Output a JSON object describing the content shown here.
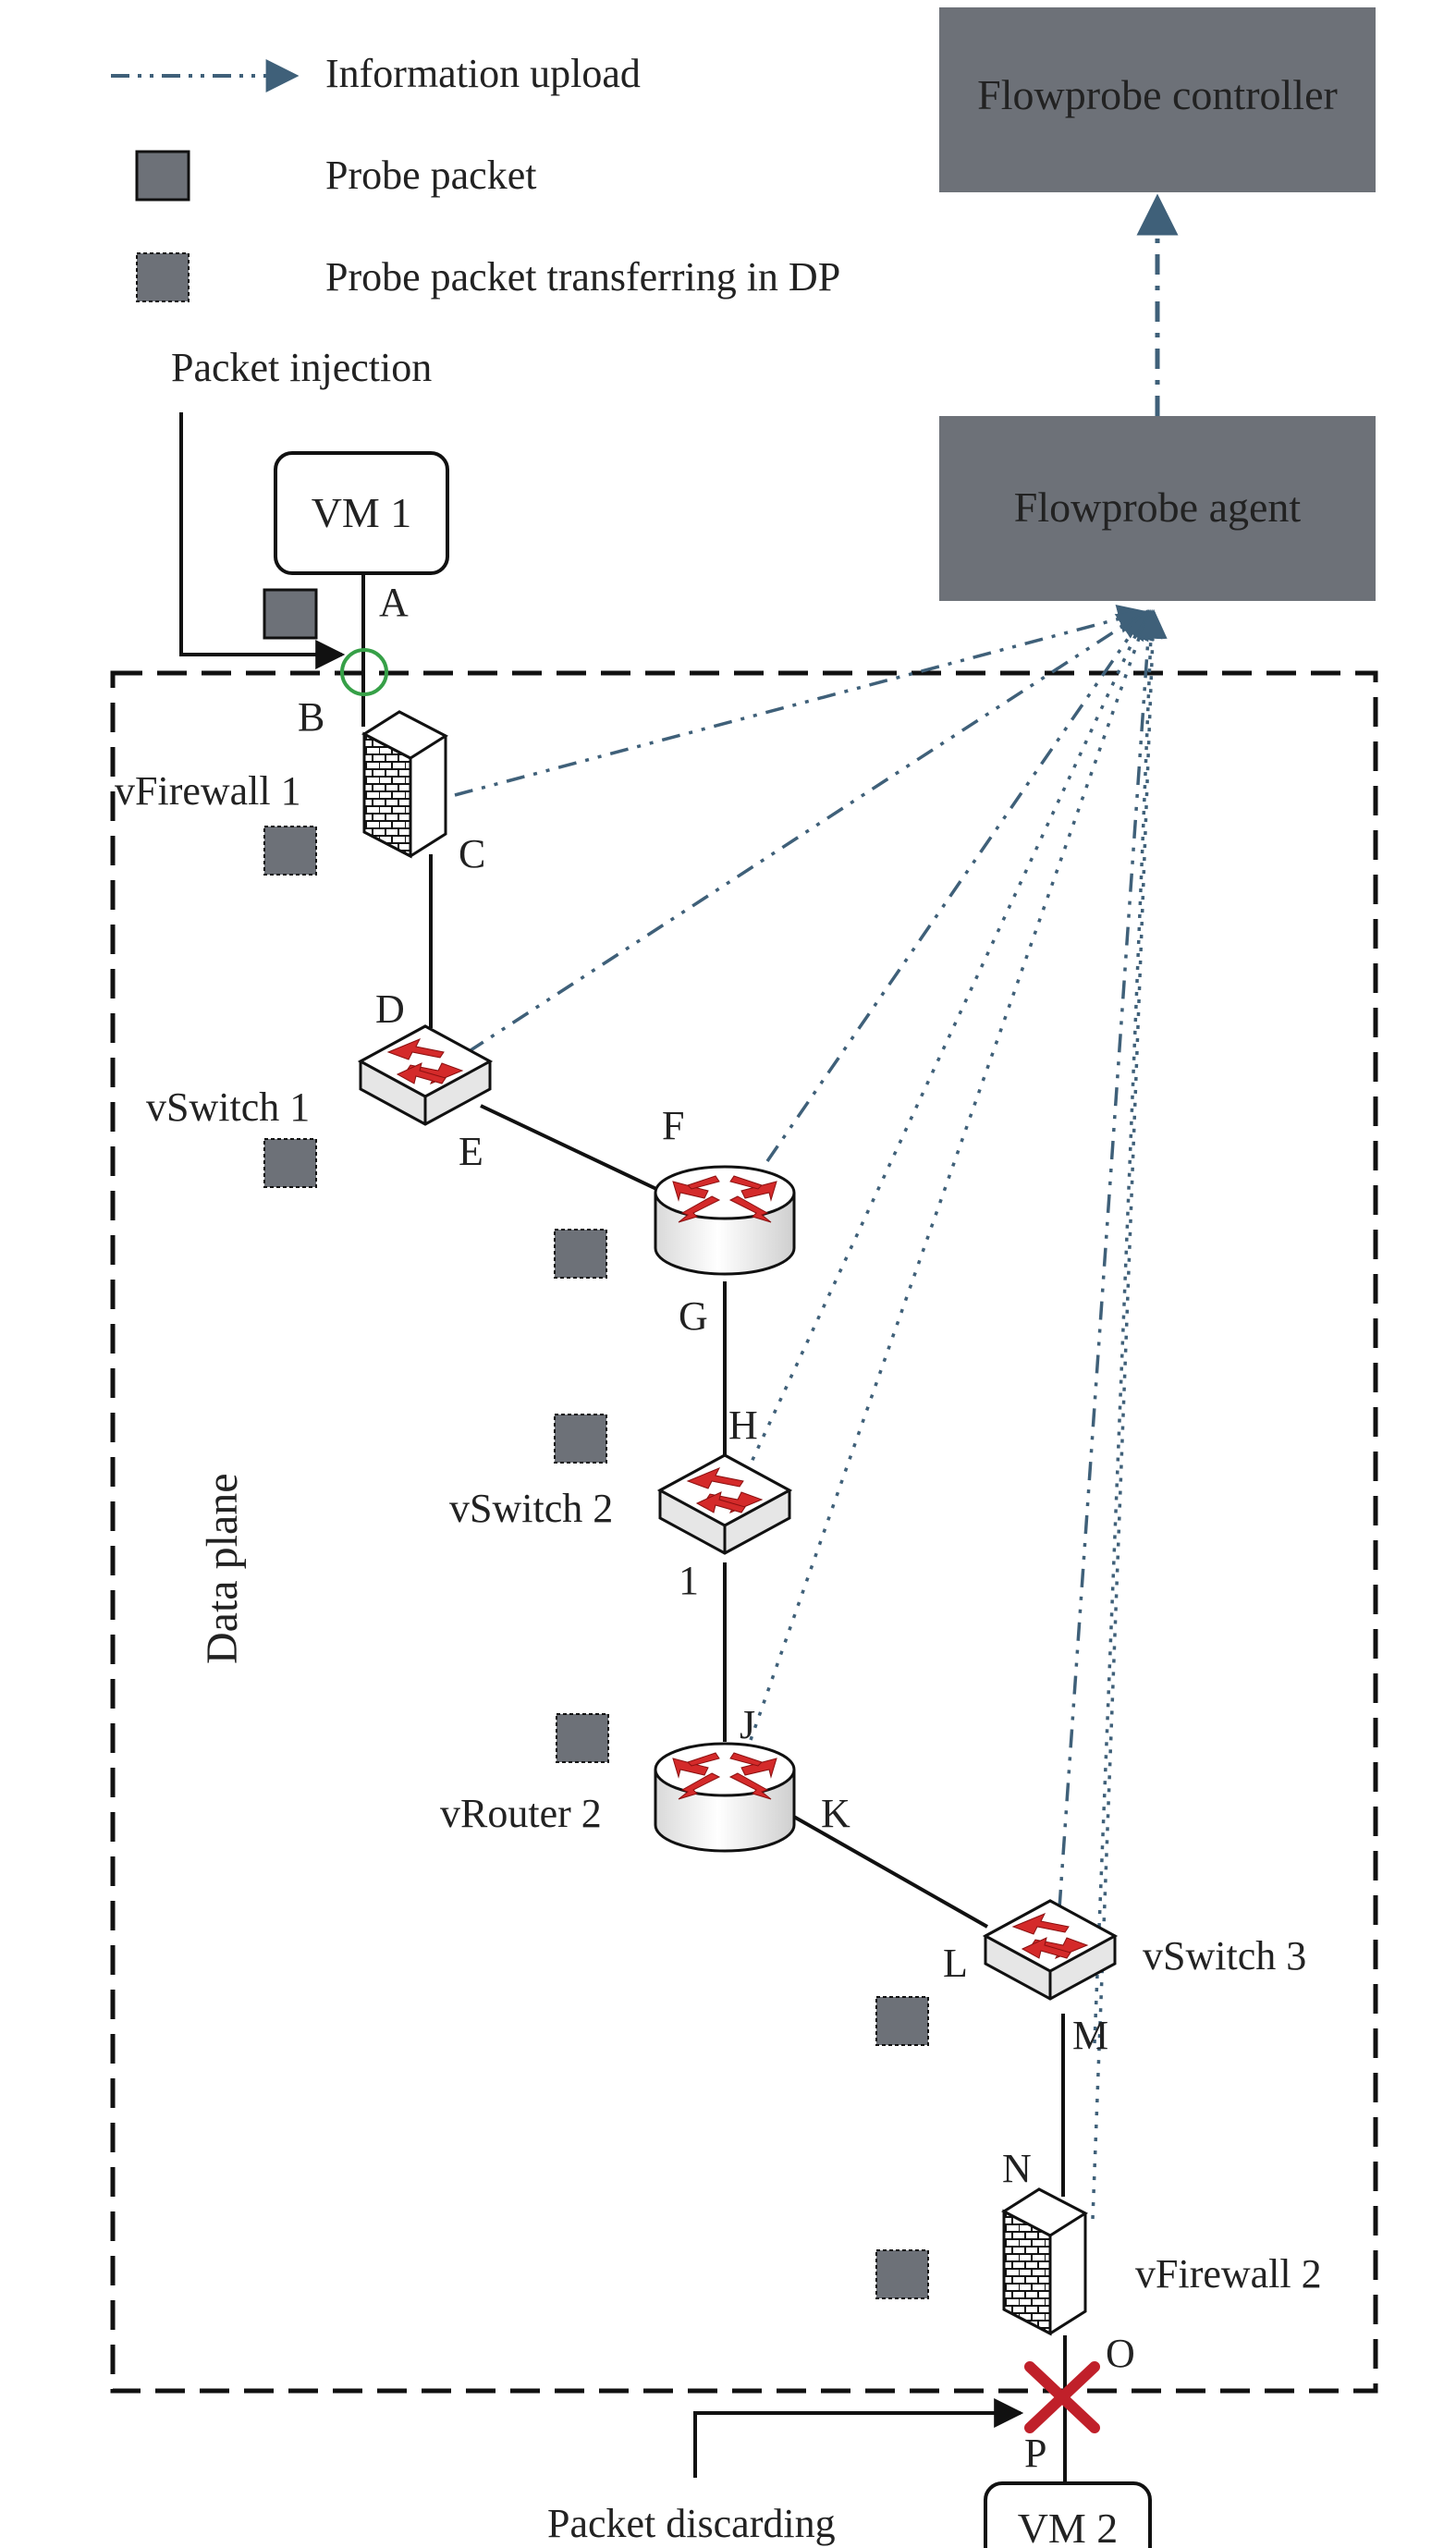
{
  "legend": {
    "upload_label": "Information upload",
    "probe_label": "Probe packet",
    "probe_dp_label": "Probe packet transferring in DP"
  },
  "controller": {
    "label": "Flowprobe controller"
  },
  "agent": {
    "label": "Flowprobe agent"
  },
  "injection_label": "Packet injection",
  "discarding_label": "Packet discarding",
  "data_plane_label": "Data plane",
  "vms": {
    "vm1": "VM 1",
    "vm2": "VM 2"
  },
  "devices": {
    "vfirewall1": "vFirewall 1",
    "vswitch1": "vSwitch 1",
    "vswitch2": "vSwitch 2",
    "vrouter2": "vRouter 2",
    "vswitch3": "vSwitch 3",
    "vfirewall2": "vFirewall 2"
  },
  "ports": {
    "A": "A",
    "B": "B",
    "C": "C",
    "D": "D",
    "E": "E",
    "F": "F",
    "G": "G",
    "H": "H",
    "I": "1",
    "J": "J",
    "K": "K",
    "L": "L",
    "M": "M",
    "N": "N",
    "O": "O",
    "P": "P"
  },
  "colors": {
    "box_gray": "#6d7178",
    "upload_line": "#3f6079",
    "data_plane_text": "#3a6fb5",
    "device_red": "#d42a2a",
    "drop_red": "#c0202a",
    "inject_green": "#36a047"
  },
  "icons": {
    "firewall": "brick-firewall-icon",
    "switch": "switch-icon",
    "router": "router-icon"
  }
}
